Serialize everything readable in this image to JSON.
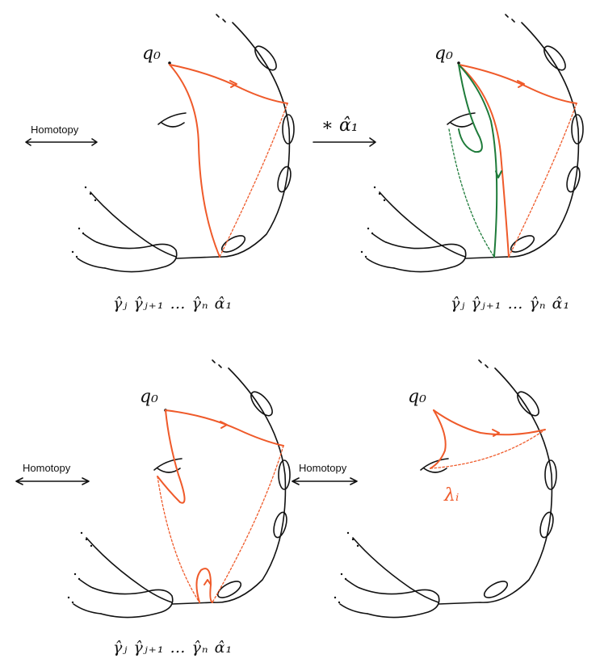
{
  "colors": {
    "orange": "#ef5a2a",
    "green": "#1e7b3a",
    "ink": "#111111"
  },
  "labels": {
    "basepoint": "q₀",
    "homotopy": "Homotopy",
    "compose_op": "∗ α̂₁",
    "word": "γ̂ⱼ γ̂ⱼ₊₁ … γ̂ₙ α̂₁",
    "lambda": "λᵢ"
  },
  "panels": [
    {
      "id": "top-left",
      "caption": "γ̂ⱼ γ̂ⱼ₊₁ … γ̂ₙ α̂₁"
    },
    {
      "id": "top-right",
      "caption": "γ̂ⱼ γ̂ⱼ₊₁ … γ̂ₙ α̂₁"
    },
    {
      "id": "bottom-left",
      "caption": "γ̂ⱼ γ̂ⱼ₊₁ … γ̂ₙ α̂₁"
    },
    {
      "id": "bottom-right",
      "caption": ""
    }
  ]
}
